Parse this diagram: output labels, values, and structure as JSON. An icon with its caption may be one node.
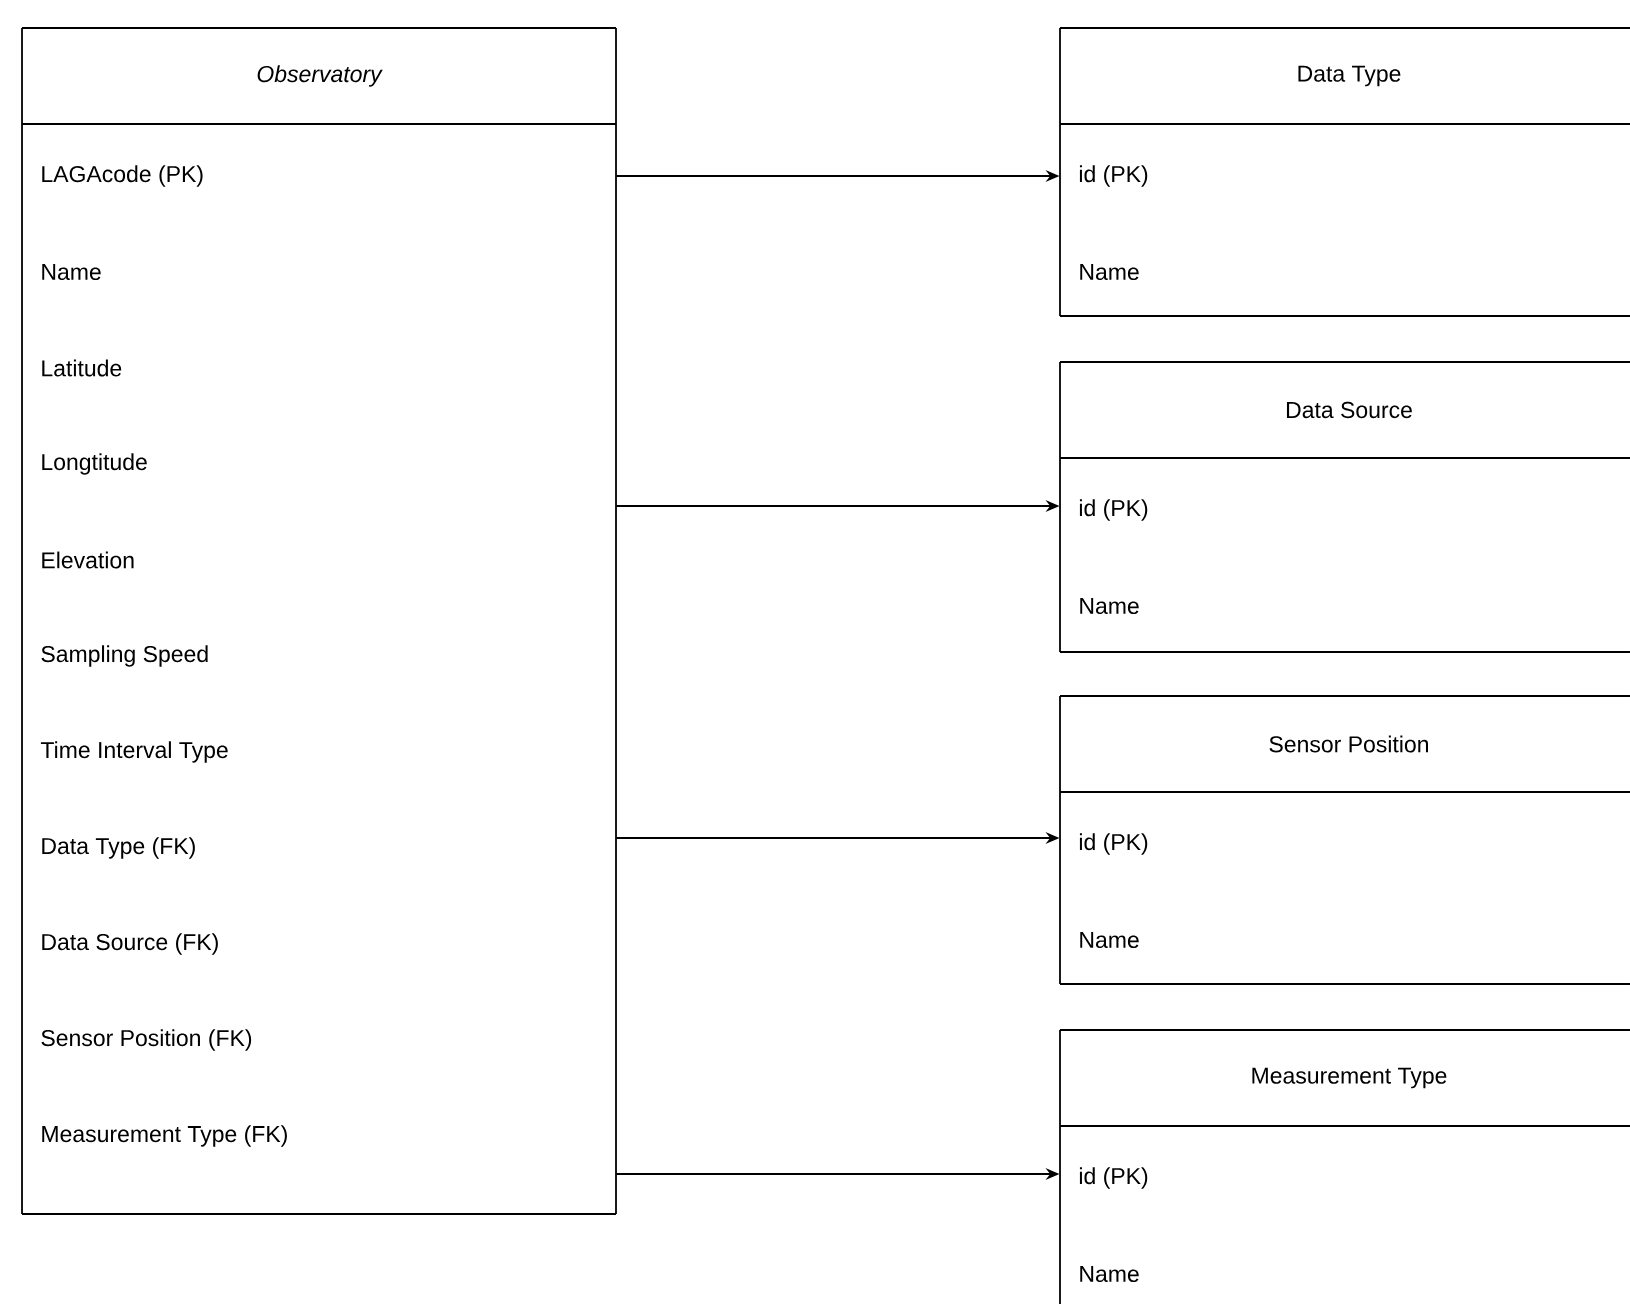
{
  "diagram": {
    "nodes": [
      {
        "text": [
          "Observatory",
          "LAGAcode (PK)",
          "Name",
          "Latitude",
          "Longtitude",
          "Elevation",
          "Sampling Speed",
          "Time Interval Type",
          "Data Type (FK)",
          "Data Source (FK)",
          "Sensor Position (FK)",
          "Measurement Type (FK)"
        ]
      },
      {
        "text": [
          "Data Type",
          "id (PK)",
          "Name"
        ]
      },
      {
        "text": [
          "Data Source",
          "id (PK)",
          "Name"
        ]
      },
      {
        "text": [
          "Sensor Position",
          "id (PK)",
          "Name"
        ]
      },
      {
        "text": [
          "Measurement Type",
          "id (PK)",
          "Name"
        ]
      }
    ],
    "edges": [
      {
        "from": 0,
        "to": 1,
        "arrow": "to"
      },
      {
        "from": 0,
        "to": 2,
        "arrow": "to"
      },
      {
        "from": 0,
        "to": 3,
        "arrow": "to"
      },
      {
        "from": 0,
        "to": 4,
        "arrow": "to"
      }
    ]
  }
}
